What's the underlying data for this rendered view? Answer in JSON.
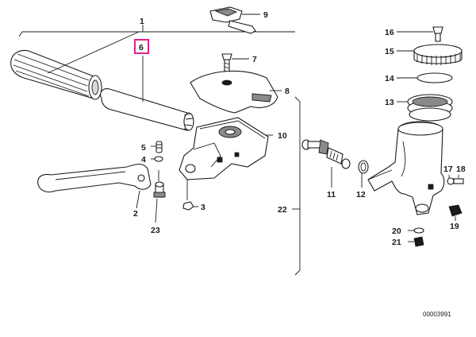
{
  "callouts": {
    "c1": "1",
    "c2": "2",
    "c3": "3",
    "c4": "4",
    "c5": "5",
    "c6": "6",
    "c7": "7",
    "c8": "8",
    "c9": "9",
    "c10": "10",
    "c11": "11",
    "c12": "12",
    "c13": "13",
    "c14": "14",
    "c15": "15",
    "c16": "16",
    "c17": "17",
    "c18": "18",
    "c19": "19",
    "c20": "20",
    "c21": "21",
    "c22": "22",
    "c23": "23"
  },
  "highlighted_callout": "6",
  "reference_number": "00003991",
  "colors": {
    "highlight": "#e0218a",
    "ink": "#1a1a1a"
  }
}
